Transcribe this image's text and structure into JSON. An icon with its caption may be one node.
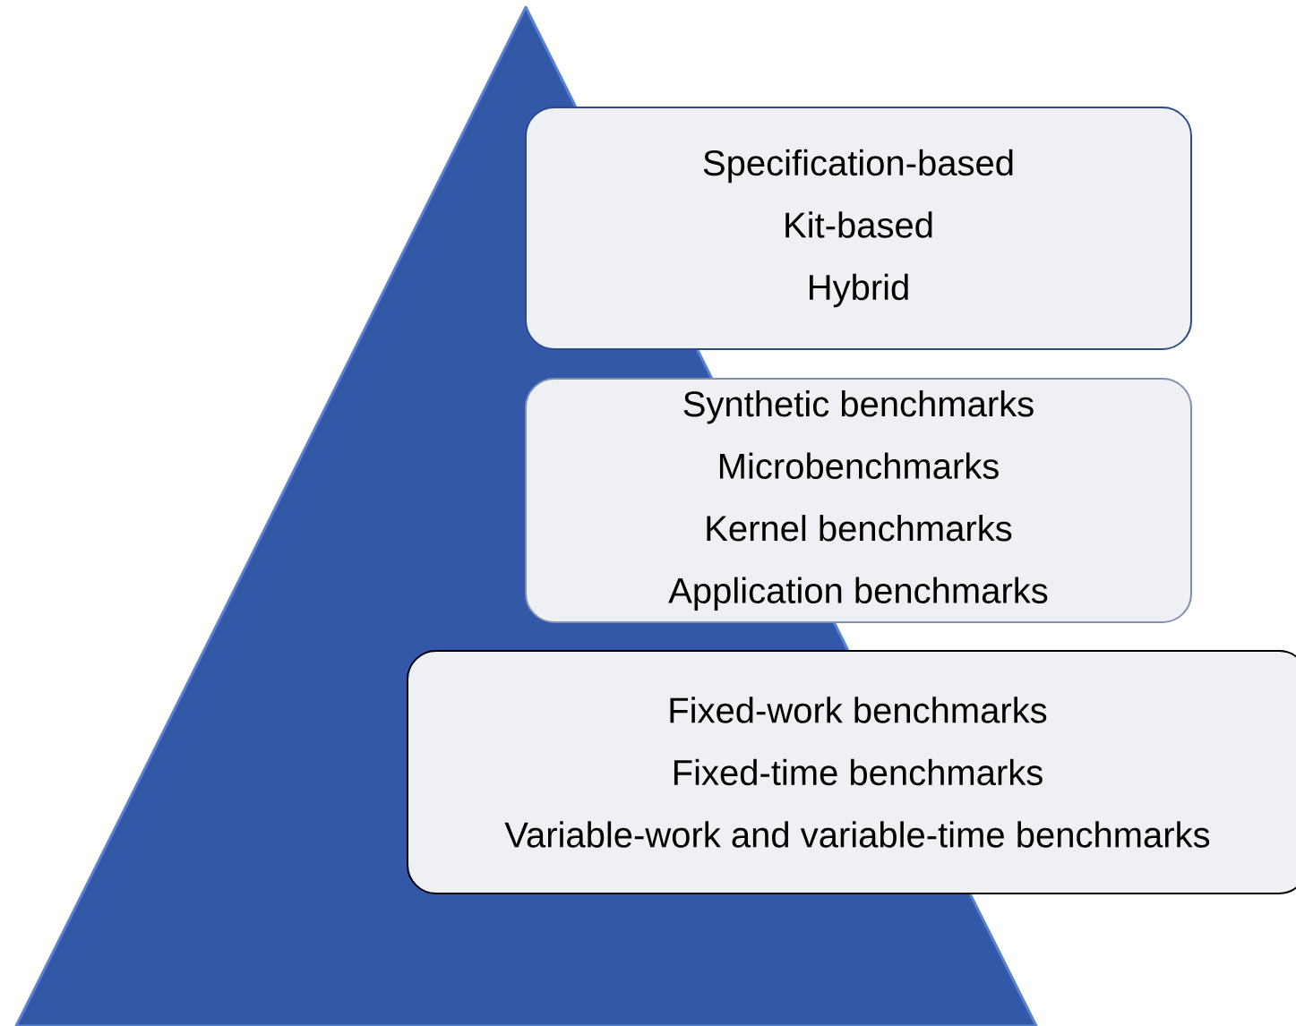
{
  "diagram": {
    "nodes": [
      {
        "text": [
          "Specification-based",
          "Kit-based",
          "Hybrid"
        ]
      },
      {
        "text": [
          "Synthetic benchmarks",
          "Microbenchmarks",
          "Kernel benchmarks",
          "Application benchmarks"
        ]
      },
      {
        "text": [
          "Fixed-work benchmarks",
          "Fixed-time benchmarks",
          "Variable-work and variable-time benchmarks"
        ]
      }
    ]
  }
}
